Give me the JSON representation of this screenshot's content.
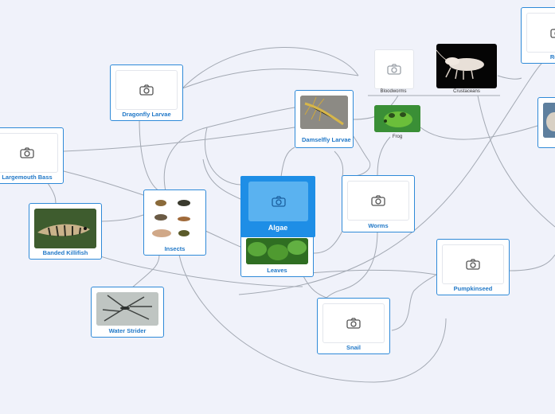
{
  "diagram": {
    "central": {
      "label": "Algae",
      "icon": "camera-icon"
    },
    "nodes": {
      "dragonfly": {
        "label": "Dragonfly Larvae",
        "icon": "camera-icon"
      },
      "largemouth": {
        "label": "Largemouth Bass",
        "icon": "camera-icon"
      },
      "killifish": {
        "label": "Banded Killifish",
        "image": "fish-photo"
      },
      "insects": {
        "label": "Insects",
        "image": "insects-photo"
      },
      "water_strider": {
        "label": "Water Strider",
        "image": "water-strider-photo"
      },
      "damselfly": {
        "label": "Damselfly Larvae",
        "image": "damselfly-photo"
      },
      "leaves": {
        "label": "Leaves",
        "image": "leaves-photo"
      },
      "worms": {
        "label": "Worms",
        "icon": "camera-icon"
      },
      "snail": {
        "label": "Snail",
        "icon": "camera-icon"
      },
      "pumpkinseed": {
        "label": "Pumpkinseed",
        "icon": "camera-icon"
      },
      "rock": {
        "label": "Rock",
        "icon": "camera-icon"
      }
    },
    "group": [
      {
        "label": "Bloodworms",
        "icon": "camera-icon"
      },
      {
        "label": "Crustaceans",
        "image": "crustacean-photo"
      },
      {
        "label": "Frog",
        "image": "frog-photo"
      }
    ]
  },
  "colors": {
    "background": "#f0f2fa",
    "border": "#2f8ad8",
    "label": "#2279c8",
    "selected": "#1e8ee6",
    "connector": "#a3a9b3"
  }
}
